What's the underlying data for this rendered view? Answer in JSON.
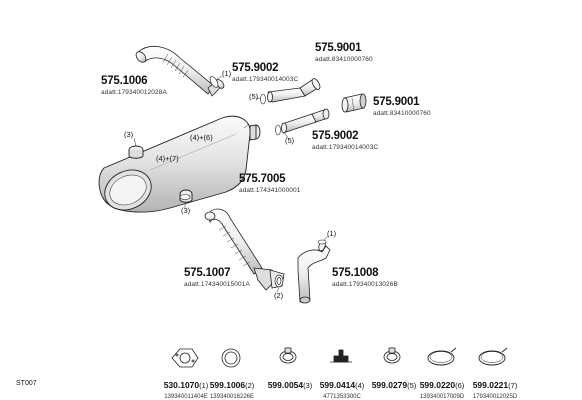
{
  "parts": [
    {
      "id": "p1",
      "number": "575.1006",
      "desc": "adatt.179340012028A"
    },
    {
      "id": "p2",
      "number": "575.9001",
      "desc": "adatt.83410000760"
    },
    {
      "id": "p3",
      "number": "575.9002",
      "desc": "adatt.179340014003C"
    },
    {
      "id": "p4",
      "number": "575.9001",
      "desc": "adatt.83410000760"
    },
    {
      "id": "p5",
      "number": "575.9002",
      "desc": "adatt.179340014003C"
    },
    {
      "id": "p6",
      "number": "575.7005",
      "desc": "adatt.174341000001"
    },
    {
      "id": "p7",
      "number": "575.1007",
      "desc": "adatt.174340015001A"
    },
    {
      "id": "p8",
      "number": "575.1008",
      "desc": "adatt.179340013026B"
    }
  ],
  "callouts": {
    "c1a": "(1)",
    "c5a": "(5)",
    "c5b": "(5)",
    "c3a": "(3)",
    "c46": "(4)+(6)",
    "c47": "(4)+(7)",
    "c3b": "(3)",
    "c1b": "(1)",
    "c2": "(2)"
  },
  "accessories": [
    {
      "code": "530.1070",
      "qty": "(1)",
      "sub": "139340011404E",
      "icon": "flange-gasket-icon"
    },
    {
      "code": "599.1006",
      "qty": "(2)",
      "sub": "139340016226E",
      "icon": "sealing-ring-icon"
    },
    {
      "code": "599.0054",
      "qty": "(3)",
      "sub": "",
      "icon": "clamp-icon"
    },
    {
      "code": "599.0414",
      "qty": "(4)",
      "sub": "4771353300C",
      "icon": "rubber-mount-icon"
    },
    {
      "code": "599.0279",
      "qty": "(5)",
      "sub": "",
      "icon": "clamp-icon"
    },
    {
      "code": "599.0220",
      "qty": "(6)",
      "sub": "139340017009D",
      "icon": "band-clamp-icon"
    },
    {
      "code": "599.0221",
      "qty": "(7)",
      "sub": "179340012025D",
      "icon": "band-clamp-icon"
    }
  ],
  "reference_code": "ST007",
  "colors": {
    "line": "#222222",
    "fill": "#ffffff",
    "shade": "#d8d8d8"
  }
}
